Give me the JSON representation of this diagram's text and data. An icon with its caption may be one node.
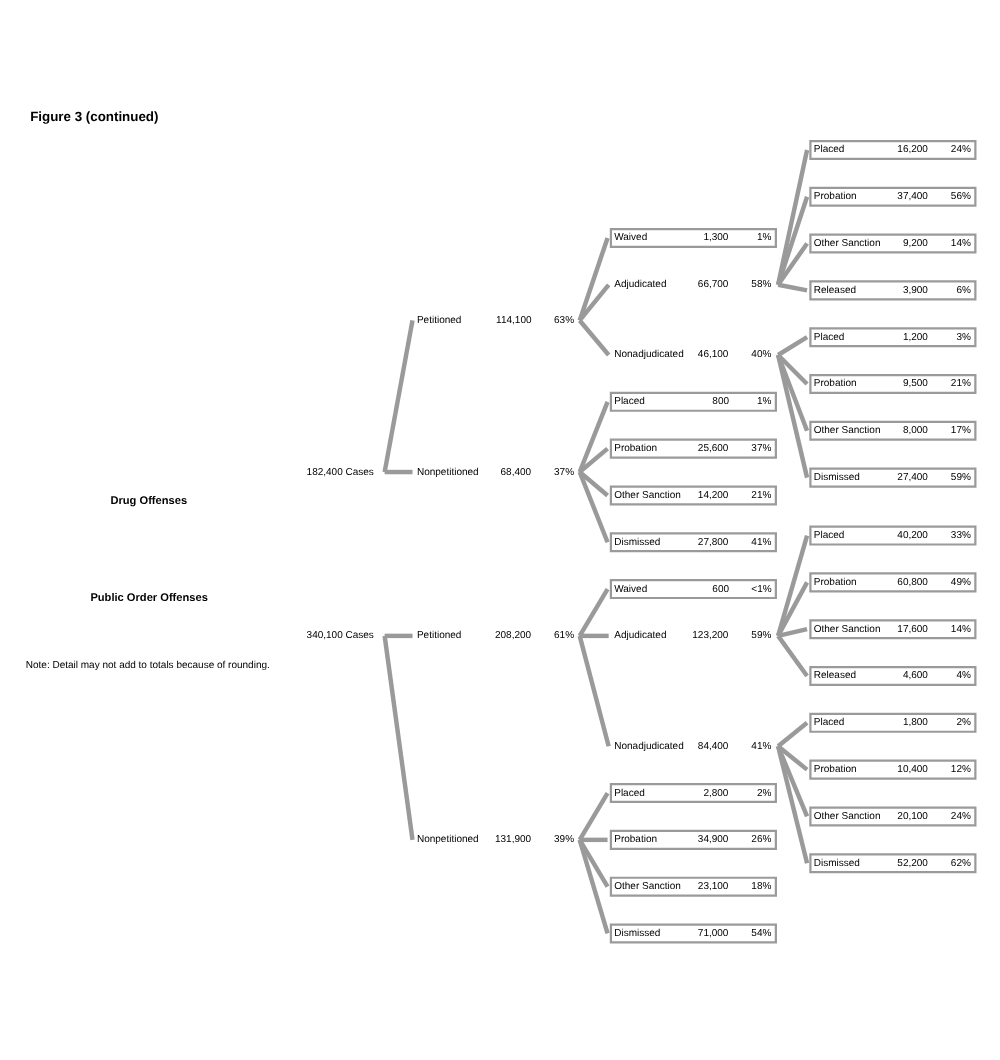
{
  "diagram": {
    "title": "Figure 3 (continued)",
    "caption": "Note: Detail may not add to totals because of rounding.",
    "nodes": [
      {
        "text": [
          "182,400 Cases"
        ]
      },
      {
        "text": [
          "Petitioned",
          "114,100",
          "63%"
        ]
      },
      {
        "text": [
          "Waived",
          "1,300",
          "1%"
        ]
      },
      {
        "text": [
          "Adjudicated",
          "66,700",
          "58%"
        ]
      },
      {
        "text": [
          "Placed",
          "16,200",
          "24%"
        ]
      },
      {
        "text": [
          "Probation",
          "37,400",
          "56%"
        ]
      },
      {
        "text": [
          "Other Sanction",
          "9,200",
          "14%"
        ]
      },
      {
        "text": [
          "Released",
          "3,900",
          "6%"
        ]
      },
      {
        "text": [
          "Nonadjudicated",
          "46,100",
          "40%"
        ]
      },
      {
        "text": [
          "Placed",
          "1,200",
          "3%"
        ]
      },
      {
        "text": [
          "Probation",
          "9,500",
          "21%"
        ]
      },
      {
        "text": [
          "Other Sanction",
          "8,000",
          "17%"
        ]
      },
      {
        "text": [
          "Dismissed",
          "27,400",
          "59%"
        ]
      },
      {
        "text": [
          "Nonpetitioned",
          "68,400",
          "37%"
        ]
      },
      {
        "text": [
          "Placed",
          "800",
          "1%"
        ]
      },
      {
        "text": [
          "Probation",
          "25,600",
          "37%"
        ]
      },
      {
        "text": [
          "Other Sanction",
          "14,200",
          "21%"
        ]
      },
      {
        "text": [
          "Dismissed",
          "27,800",
          "41%"
        ]
      },
      {
        "text": [
          "340,100 Cases"
        ]
      },
      {
        "text": [
          "Petitioned",
          "208,200",
          "61%"
        ]
      },
      {
        "text": [
          "Waived",
          "600",
          "<1%"
        ]
      },
      {
        "text": [
          "Adjudicated",
          "123,200",
          "59%"
        ]
      },
      {
        "text": [
          "Placed",
          "40,200",
          "33%"
        ]
      },
      {
        "text": [
          "Probation",
          "60,800",
          "49%"
        ]
      },
      {
        "text": [
          "Other Sanction",
          "17,600",
          "14%"
        ]
      },
      {
        "text": [
          "Released",
          "4,600",
          "4%"
        ]
      },
      {
        "text": [
          "Nonadjudicated",
          "84,400",
          "41%"
        ]
      },
      {
        "text": [
          "Placed",
          "1,800",
          "2%"
        ]
      },
      {
        "text": [
          "Probation",
          "10,400",
          "12%"
        ]
      },
      {
        "text": [
          "Other Sanction",
          "20,100",
          "24%"
        ]
      },
      {
        "text": [
          "Dismissed",
          "52,200",
          "62%"
        ]
      },
      {
        "text": [
          "Nonpetitioned",
          "131,900",
          "39%"
        ]
      },
      {
        "text": [
          "Placed",
          "2,800",
          "2%"
        ]
      },
      {
        "text": [
          "Probation",
          "34,900",
          "26%"
        ]
      },
      {
        "text": [
          "Other Sanction",
          "23,100",
          "18%"
        ]
      },
      {
        "text": [
          "Dismissed",
          "71,000",
          "54%"
        ]
      }
    ],
    "edges": [
      {
        "from": 0,
        "to": 1,
        "arrow": "none"
      },
      {
        "from": 1,
        "to": 2,
        "arrow": "none"
      },
      {
        "from": 1,
        "to": 3,
        "arrow": "none"
      },
      {
        "from": 3,
        "to": 4,
        "arrow": "none"
      },
      {
        "from": 3,
        "to": 5,
        "arrow": "none"
      },
      {
        "from": 3,
        "to": 6,
        "arrow": "none"
      },
      {
        "from": 3,
        "to": 7,
        "arrow": "none"
      },
      {
        "from": 1,
        "to": 8,
        "arrow": "none"
      },
      {
        "from": 8,
        "to": 9,
        "arrow": "none"
      },
      {
        "from": 8,
        "to": 10,
        "arrow": "none"
      },
      {
        "from": 8,
        "to": 11,
        "arrow": "none"
      },
      {
        "from": 8,
        "to": 12,
        "arrow": "none"
      },
      {
        "from": 0,
        "to": 13,
        "arrow": "none"
      },
      {
        "from": 13,
        "to": 14,
        "arrow": "none"
      },
      {
        "from": 13,
        "to": 15,
        "arrow": "none"
      },
      {
        "from": 13,
        "to": 16,
        "arrow": "none"
      },
      {
        "from": 13,
        "to": 17,
        "arrow": "none"
      },
      {
        "from": 18,
        "to": 19,
        "arrow": "none"
      },
      {
        "from": 19,
        "to": 20,
        "arrow": "none"
      },
      {
        "from": 19,
        "to": 21,
        "arrow": "none"
      },
      {
        "from": 21,
        "to": 22,
        "arrow": "none"
      },
      {
        "from": 21,
        "to": 23,
        "arrow": "none"
      },
      {
        "from": 21,
        "to": 24,
        "arrow": "none"
      },
      {
        "from": 21,
        "to": 25,
        "arrow": "none"
      },
      {
        "from": 19,
        "to": 26,
        "arrow": "none"
      },
      {
        "from": 26,
        "to": 27,
        "arrow": "none"
      },
      {
        "from": 26,
        "to": 28,
        "arrow": "none"
      },
      {
        "from": 26,
        "to": 29,
        "arrow": "none"
      },
      {
        "from": 26,
        "to": 30,
        "arrow": "none"
      },
      {
        "from": 18,
        "to": 31,
        "arrow": "none"
      },
      {
        "from": 31,
        "to": 32,
        "arrow": "none"
      },
      {
        "from": 31,
        "to": 33,
        "arrow": "none"
      },
      {
        "from": 31,
        "to": 34,
        "arrow": "none"
      },
      {
        "from": 31,
        "to": 35,
        "arrow": "none"
      }
    ],
    "labels": [
      "Drug Offenses",
      "Public Order Offenses"
    ]
  }
}
